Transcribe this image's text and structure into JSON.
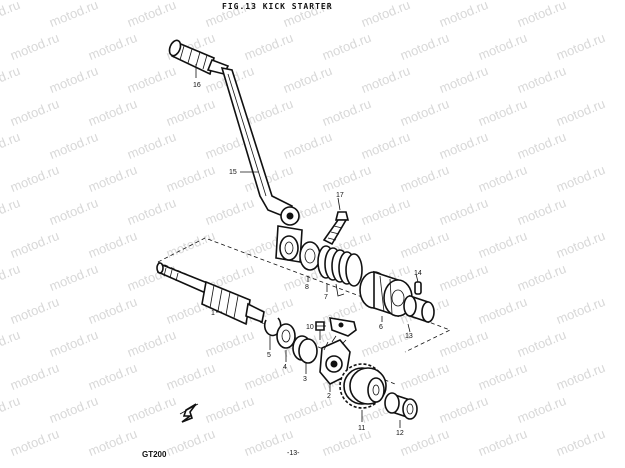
{
  "title": "FIG.13 KICK STARTER",
  "model": "GT200",
  "page_number": "-13-",
  "watermark": "motod.ru",
  "callouts": [
    "1",
    "2",
    "3",
    "4",
    "5",
    "6",
    "7",
    "8",
    "10",
    "11",
    "12",
    "13",
    "14",
    "15",
    "16",
    "17"
  ]
}
